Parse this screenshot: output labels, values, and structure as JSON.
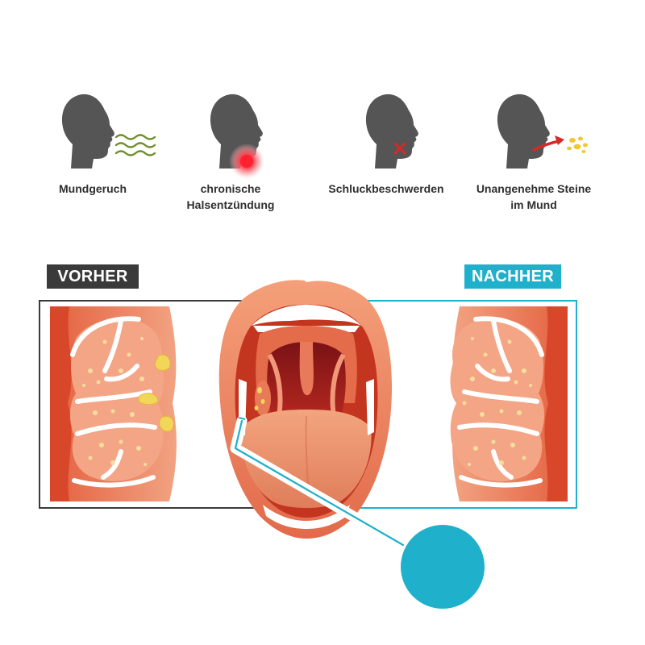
{
  "symptoms": [
    {
      "label": "Mundgeruch",
      "icon": "bad-breath-icon"
    },
    {
      "label": "chronische\nHalsentzündung",
      "icon": "sore-throat-icon"
    },
    {
      "label": "Schluckbeschwerden",
      "icon": "swallowing-difficulty-icon"
    },
    {
      "label": "Unangenehme Steine\nim Mund",
      "icon": "tonsil-stones-icon"
    }
  ],
  "comparison": {
    "before_label": "VORHER",
    "after_label": "NACHHER"
  },
  "colors": {
    "head": "#555555",
    "before": "#3a3a3a",
    "after": "#1fb0cc",
    "tissue": "#e8714f",
    "stone": "#f2d65a",
    "syringe": "#1fb0cc"
  }
}
